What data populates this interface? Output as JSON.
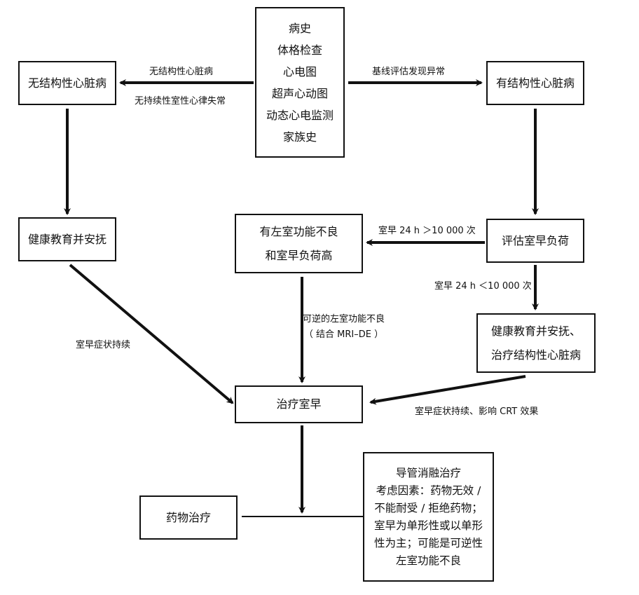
{
  "nodes": {
    "history": [
      "病史",
      "体格检查",
      "心电图",
      "超声心动图",
      "动态心电监测",
      "家族史"
    ],
    "no_structural": "无结构性心脏病",
    "structural": "有结构性心脏病",
    "health_ed_left": "健康教育并安抚",
    "assess_burden": "评估室早负荷",
    "lv_dysfunction": [
      "有左室功能不良",
      "和室早负荷高"
    ],
    "health_ed_right": [
      "健康教育并安抚、",
      "治疗结构性心脏病"
    ],
    "treat_pvc": "治疗室早",
    "drug": "药物治疗",
    "ablation": [
      "导管消融治疗",
      "考虑因素：药物无效 /",
      "不能耐受 / 拒绝药物；",
      "室早为单形性或以单形",
      "性为主；可能是可逆性",
      "左室功能不良"
    ]
  },
  "edges": {
    "no_struct_top": "无结构性心脏病",
    "no_struct_bottom": "无持续性室性心律失常",
    "baseline_abnormal": "基线评估发现异常",
    "pvc_high": "室早 24 h ＞10 000 次",
    "pvc_low": "室早 24 h ＜10 000 次",
    "reversible_lv": [
      "可逆的左室功能不良",
      "（ 结合 MRI–DE ）"
    ],
    "symptoms_persist": "室早症状持续",
    "symptoms_crt": "室早症状持续、影响 CRT 效果"
  }
}
